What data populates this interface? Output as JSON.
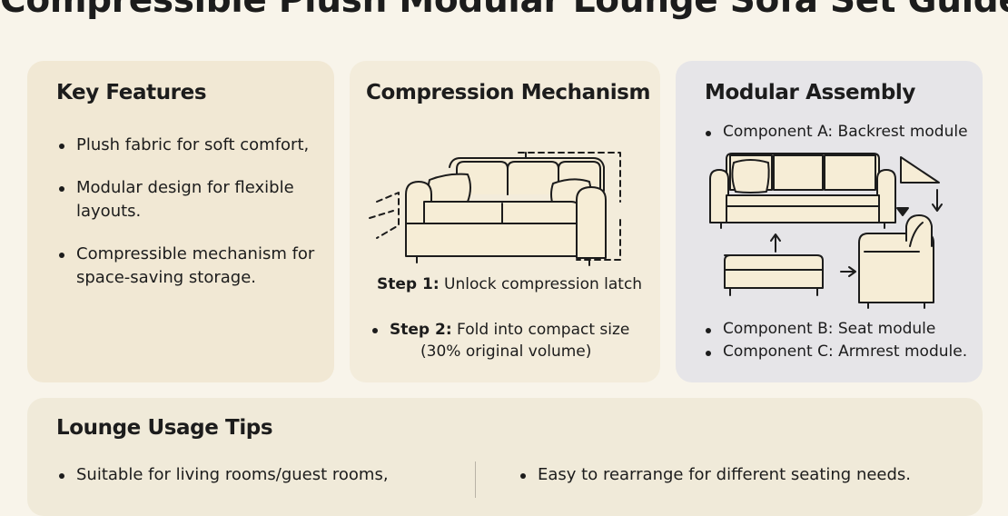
{
  "title": "Compressible Plush Modular Lounge Sofa Set Guide",
  "features": {
    "heading": "Key Features",
    "items": [
      "Plush fabric for soft comfort,",
      "Modular design for flexible layouts.",
      "Compressible mechanism for space-saving storage."
    ]
  },
  "mechanism": {
    "heading": "Compression Mechanism",
    "step1_label": "Step 1:",
    "step1_text": " Unlock compression latch",
    "step2_label": "Step 2:",
    "step2_text": " Fold into compact size",
    "step2_detail": "(30% original volume)"
  },
  "assembly": {
    "heading": "Modular Assembly",
    "component_a": "Component A: Backrest module",
    "component_b": "Component B: Seat module",
    "component_c": "Component C: Armrest module."
  },
  "tips": {
    "heading": "Lounge Usage Tips",
    "left": "Suitable for living rooms/guest rooms,",
    "right": "Easy to rearrange for different seating needs."
  },
  "colors": {
    "page_bg": "#f8f4ea",
    "features_card": "#f1e8d4",
    "mechanism_card": "#f3ecdb",
    "assembly_card": "#e6e5e8",
    "tips_card": "#f0ead9",
    "sofa_fill": "#f6edd6",
    "ink": "#1c1c1c"
  }
}
